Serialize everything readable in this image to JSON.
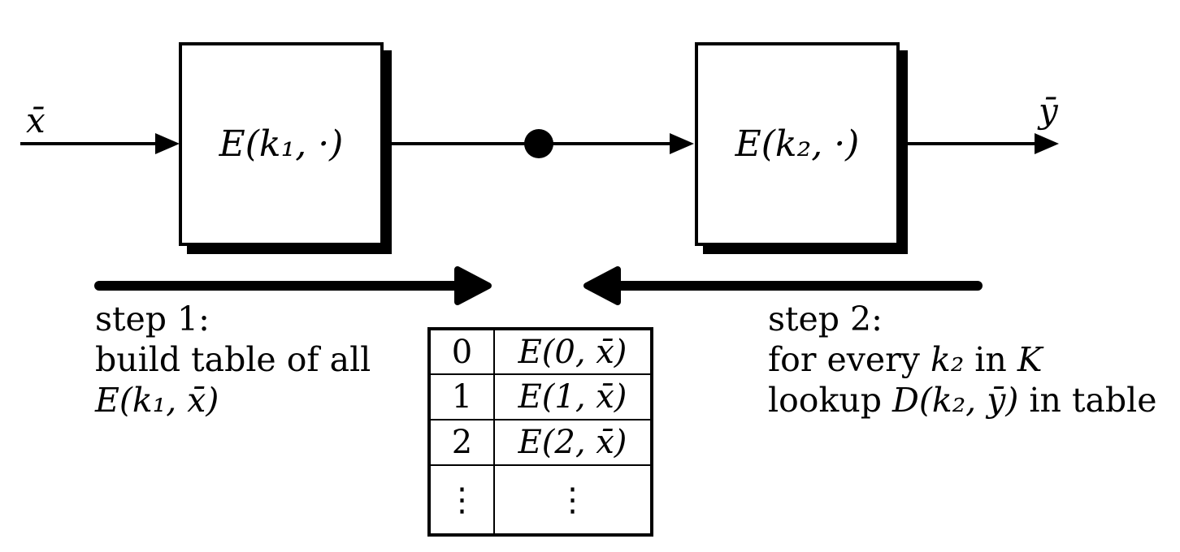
{
  "diagram": {
    "input_label": "x̄",
    "output_label": "ȳ",
    "box1_label": "E(k₁, ·)",
    "box2_label": "E(k₂, ·)"
  },
  "step1": {
    "line1": "step 1:",
    "line2": "build table of all",
    "line3": "E(k₁, x̄)"
  },
  "step2": {
    "line1": "step 2:",
    "line2_pre": "for every ",
    "line2_math": "k₂",
    "line2_mid": " in ",
    "line2_keyspace": "K",
    "line3_pre": "lookup ",
    "line3_math": "D(k₂, ȳ)",
    "line3_post": " in table"
  },
  "table": {
    "rows": [
      {
        "key": "0",
        "value": "E(0, x̄)"
      },
      {
        "key": "1",
        "value": "E(1, x̄)"
      },
      {
        "key": "2",
        "value": "E(2, x̄)"
      },
      {
        "key": "⋮",
        "value": "⋮"
      }
    ]
  },
  "colors": {
    "ink": "#000000",
    "background": "#ffffff"
  }
}
